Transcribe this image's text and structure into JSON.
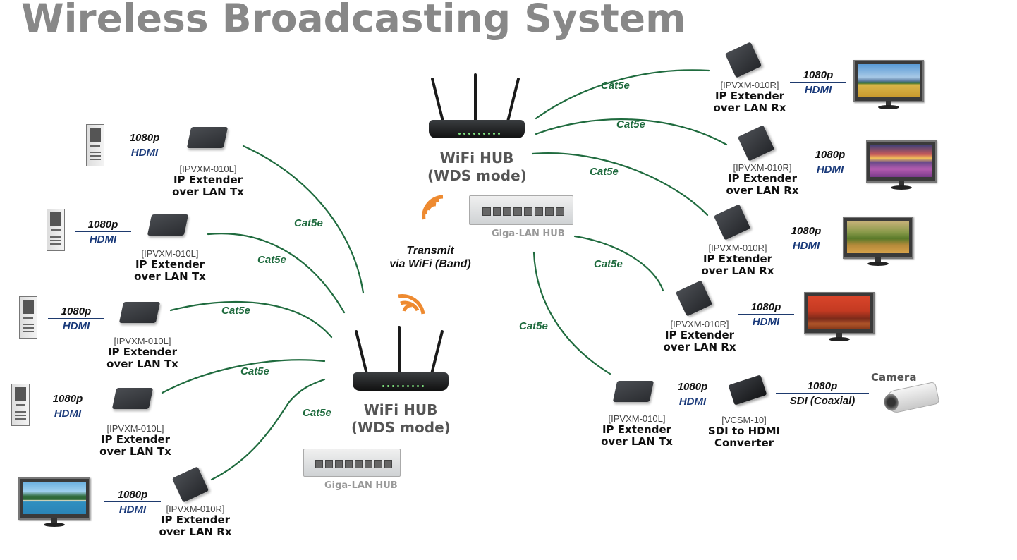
{
  "title": "Wireless Broadcasting System",
  "colors": {
    "title": "#888888",
    "cable": "#1f6b3e",
    "cable_label": "#1f6b3e",
    "hdmi_label": "#1a3a7a",
    "wifi_signal": "#ee8a30",
    "led": "#7fe27f"
  },
  "cable_label": "Cat5e",
  "hubs": {
    "top": {
      "name": "WiFi HUB",
      "mode": "(WDS mode)",
      "switch_label": "Giga-LAN HUB",
      "icon": "wifi-router-icon"
    },
    "bottom": {
      "name": "WiFi HUB",
      "mode": "(WDS mode)",
      "switch_label": "Giga-LAN HUB",
      "icon": "wifi-router-icon"
    }
  },
  "transmit_label": {
    "line1": "Transmit",
    "line2": "via WiFi (Band)"
  },
  "left_sources": [
    {
      "source": "pc-tower",
      "resolution": "1080p",
      "interface": "HDMI",
      "model": "[IPVXM-010L]",
      "name_line1": "IP Extender",
      "name_line2": "over LAN Tx"
    },
    {
      "source": "pc-tower",
      "resolution": "1080p",
      "interface": "HDMI",
      "model": "[IPVXM-010L]",
      "name_line1": "IP Extender",
      "name_line2": "over LAN Tx"
    },
    {
      "source": "pc-tower",
      "resolution": "1080p",
      "interface": "HDMI",
      "model": "[IPVXM-010L]",
      "name_line1": "IP Extender",
      "name_line2": "over LAN Tx"
    },
    {
      "source": "pc-tower",
      "resolution": "1080p",
      "interface": "HDMI",
      "model": "[IPVXM-010L]",
      "name_line1": "IP Extender",
      "name_line2": "over LAN Tx"
    },
    {
      "source": "monitor",
      "resolution": "1080p",
      "interface": "HDMI",
      "model": "[IPVXM-010R]",
      "name_line1": "IP Extender",
      "name_line2": "over LAN Rx"
    }
  ],
  "right_receivers": [
    {
      "model": "[IPVXM-010R]",
      "name_line1": "IP Extender",
      "name_line2": "over LAN Rx",
      "resolution": "1080p",
      "interface": "HDMI",
      "display": "monitor-tree"
    },
    {
      "model": "[IPVXM-010R]",
      "name_line1": "IP Extender",
      "name_line2": "over LAN Rx",
      "resolution": "1080p",
      "interface": "HDMI",
      "display": "monitor-sunset"
    },
    {
      "model": "[IPVXM-010R]",
      "name_line1": "IP Extender",
      "name_line2": "over LAN Rx",
      "resolution": "1080p",
      "interface": "HDMI",
      "display": "monitor-hills"
    },
    {
      "model": "[IPVXM-010R]",
      "name_line1": "IP Extender",
      "name_line2": "over LAN Rx",
      "resolution": "1080p",
      "interface": "HDMI",
      "display": "monitor-autumn"
    }
  ],
  "camera_chain": {
    "extender": {
      "model": "[IPVXM-010L]",
      "name_line1": "IP Extender",
      "name_line2": "over LAN Tx"
    },
    "hdmi_link": {
      "resolution": "1080p",
      "interface": "HDMI"
    },
    "converter": {
      "model": "[VCSM-10]",
      "name_line1": "SDI to HDMI",
      "name_line2": "Converter"
    },
    "sdi_link": {
      "resolution": "1080p",
      "interface": "SDI (Coaxial)"
    },
    "camera_label": "Camera"
  }
}
